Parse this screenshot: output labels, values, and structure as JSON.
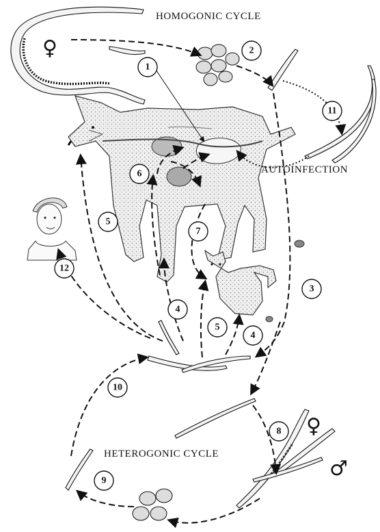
{
  "labels": {
    "homogonic_cycle": "HOMOGONIC CYCLE",
    "autoinfection": "AUTOINFECTION",
    "heterogonic_cycle": "HETEROGONIC CYCLE"
  },
  "symbols": {
    "female": "♀",
    "male": "♂"
  },
  "steps": [
    "1",
    "2",
    "3",
    "4",
    "4",
    "5",
    "5",
    "6",
    "7",
    "8",
    "9",
    "10",
    "11",
    "12"
  ]
}
